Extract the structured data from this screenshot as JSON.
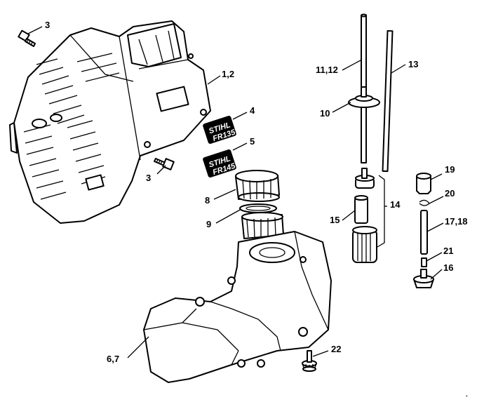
{
  "callouts": {
    "c3a": "3",
    "c12": "1,2",
    "c4": "4",
    "c5": "5",
    "c3b": "3",
    "c8": "8",
    "c9": "9",
    "c67": "6,7",
    "c1112": "11,12",
    "c13": "13",
    "c10": "10",
    "c14": "14",
    "c15": "15",
    "c19": "19",
    "c20": "20",
    "c1718": "17,18",
    "c21": "21",
    "c16": "16",
    "c22": "22"
  },
  "decals": {
    "decal4_line1": "STIHL",
    "decal4_line2": "FR135",
    "decal5_line1": "STIHL",
    "decal5_line2": "FR145"
  },
  "corner_mark": "*"
}
